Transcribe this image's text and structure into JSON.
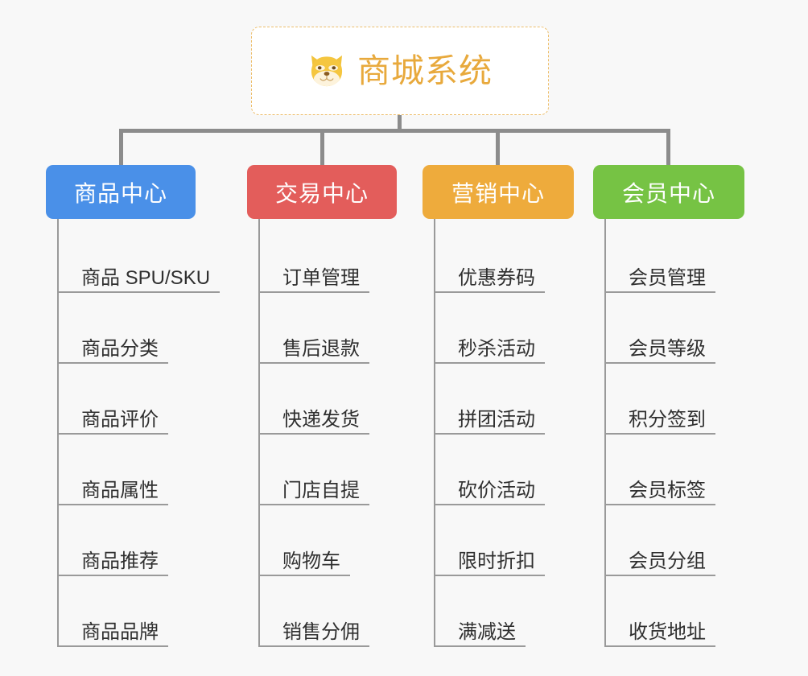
{
  "canvas": {
    "background": "#f8f8f8",
    "connector_color": "#8c8c8c",
    "leaf_rule_color": "#9a9a9a",
    "leaf_text_color": "#2f2f2f"
  },
  "root": {
    "title": "商城系统",
    "icon": "shiba-dog-face-icon",
    "text_color": "#e8a93c",
    "border_color": "#edbe6b",
    "background": "#ffffff"
  },
  "branches": [
    {
      "label": "商品中心",
      "color": "#4a90e8",
      "leaves": [
        "商品 SPU/SKU",
        "商品分类",
        "商品评价",
        "商品属性",
        "商品推荐",
        "商品品牌"
      ]
    },
    {
      "label": "交易中心",
      "color": "#e35d5b",
      "leaves": [
        "订单管理",
        "售后退款",
        "快递发货",
        "门店自提",
        "购物车",
        "销售分佣"
      ]
    },
    {
      "label": "营销中心",
      "color": "#eeab3c",
      "leaves": [
        "优惠券码",
        "秒杀活动",
        "拼团活动",
        "砍价活动",
        "限时折扣",
        "满减送"
      ]
    },
    {
      "label": "会员中心",
      "color": "#76c344",
      "leaves": [
        "会员管理",
        "会员等级",
        "积分签到",
        "会员标签",
        "会员分组",
        "收货地址"
      ]
    }
  ]
}
